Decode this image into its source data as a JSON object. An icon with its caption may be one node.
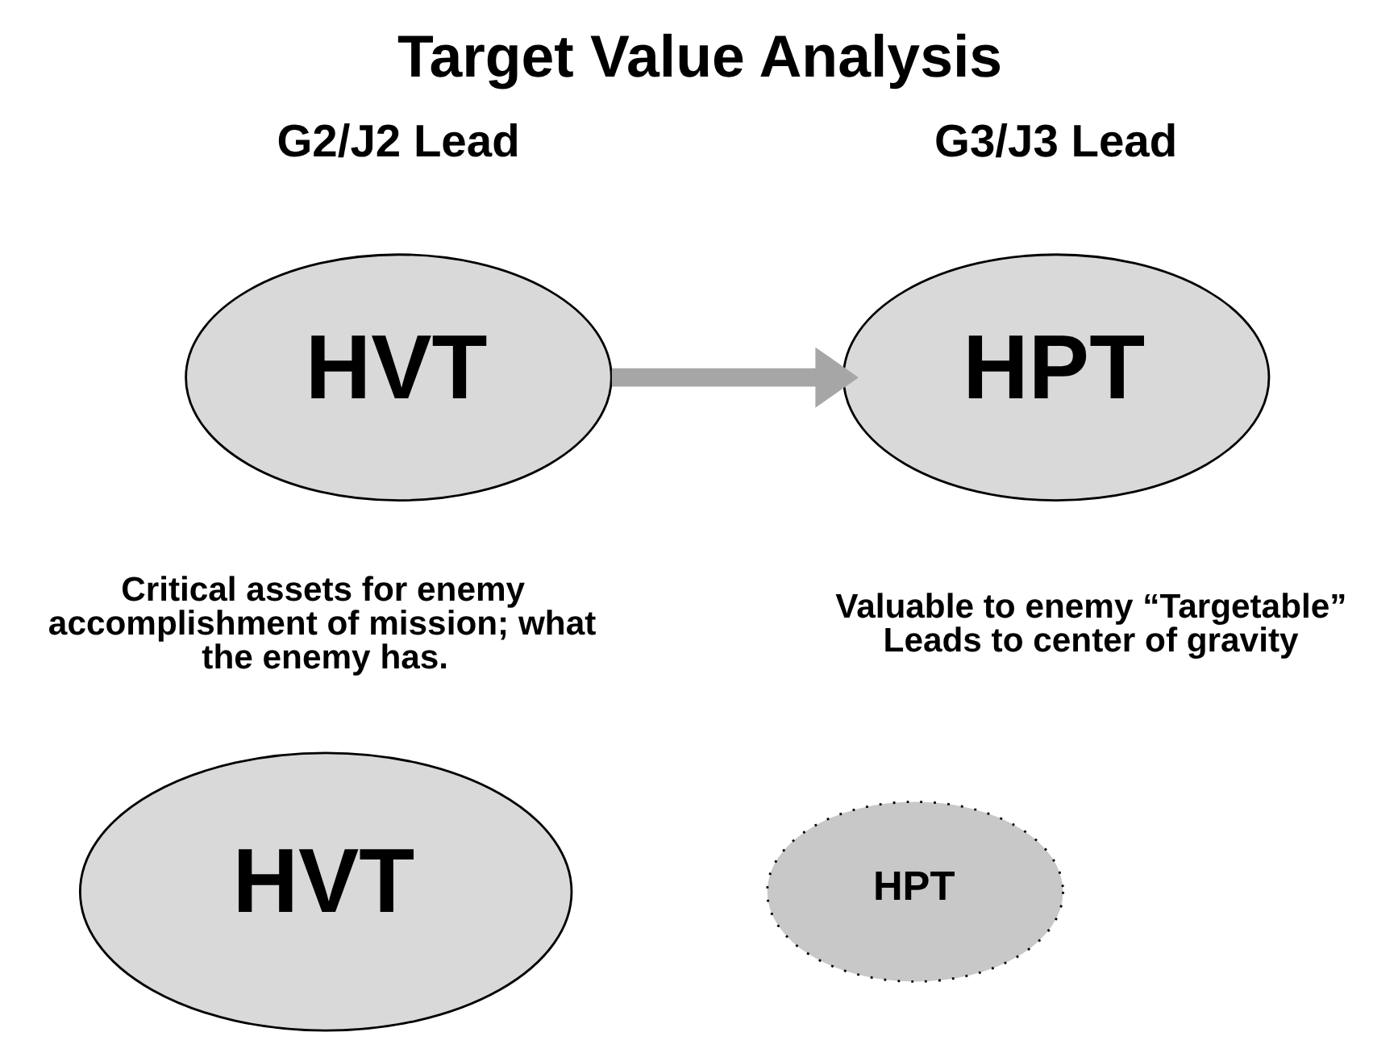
{
  "diagram": {
    "title": "Target Value Analysis",
    "nodes": [
      {
        "text": [
          "HVT"
        ],
        "beside": [
          "G2/J2 Lead",
          "Critical assets for enemy accomplishment of mission; what the enemy has."
        ]
      },
      {
        "text": [
          "HPT"
        ],
        "beside": [
          "G3/J3 Lead",
          "Valuable to enemy “Targetable” Leads to center of gravity"
        ]
      },
      {
        "text": [
          "HVT"
        ]
      },
      {
        "text": [
          "HPT"
        ]
      }
    ],
    "edges": [
      {
        "from": 0,
        "to": 1,
        "arrow": "to"
      }
    ]
  }
}
